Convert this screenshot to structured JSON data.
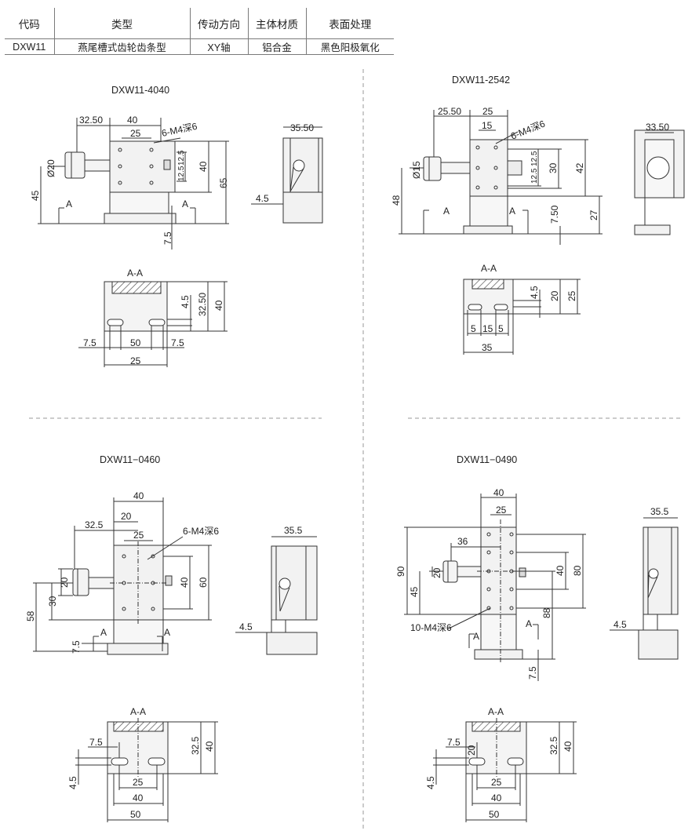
{
  "table": {
    "headers": [
      "代码",
      "类型",
      "传动方向",
      "主体材质",
      "表面处理"
    ],
    "row": [
      "DXW11",
      "燕尾槽式齿轮齿条型",
      "XY轴",
      "铝合金",
      "黑色阳极氧化"
    ]
  },
  "models": {
    "m4040": {
      "title": "DXW11-4040",
      "dims": {
        "d3250": "32.50",
        "d40": "40",
        "d25": "25",
        "d6m4": "6-M4深6",
        "d20": "Ø20",
        "d125a": "12.5",
        "d125b": "12.5",
        "d40v": "40",
        "d65": "65",
        "d45": "45",
        "dA1": "A",
        "dA2": "A",
        "d75": "7.5",
        "d3550": "35.50",
        "d45s": "4.5"
      },
      "section": {
        "label": "A-A",
        "d45": "4.5",
        "d3250": "32.50",
        "d40": "40",
        "d75a": "7.5",
        "d50": "50",
        "d75b": "7.5",
        "d25": "25"
      }
    },
    "m2542": {
      "title": "DXW11-2542",
      "dims": {
        "d2550": "25.50",
        "d25": "25",
        "d15": "15",
        "d6m4": "6-M4深6",
        "d15d": "Ø15",
        "d125a": "12.5",
        "d125b": "12.5",
        "d30": "30",
        "d42": "42",
        "d48": "48",
        "dA1": "A",
        "dA2": "A",
        "d750": "7.50",
        "d27": "27",
        "d3350": "33.50"
      },
      "section": {
        "label": "A-A",
        "d45": "4.5",
        "d20": "20",
        "d25": "25",
        "d5a": "5",
        "d15": "15",
        "d5b": "5",
        "d35": "35"
      }
    },
    "m0460": {
      "title": "DXW11−0460",
      "dims": {
        "d40": "40",
        "d325": "32.5",
        "d20": "20",
        "d25": "25",
        "d6m4": "6-M4深6",
        "d20v": "20",
        "d30": "30",
        "d40v": "40",
        "d60": "60",
        "d58": "58",
        "dA1": "A",
        "dA2": "A",
        "d75": "7.5",
        "d355": "35.5",
        "d45s": "4.5"
      },
      "section": {
        "label": "A-A",
        "d75": "7.5",
        "d325": "32.5",
        "d40v": "40",
        "d45": "4.5",
        "d25": "25",
        "d40": "40",
        "d50": "50"
      }
    },
    "m0490": {
      "title": "DXW11−0490",
      "dims": {
        "d40": "40",
        "d25": "25",
        "d36": "36",
        "d20": "20",
        "d90": "90",
        "d45": "45",
        "d40v": "40",
        "d80": "80",
        "d88": "88",
        "d10m4": "10-M4深6",
        "dA1": "A",
        "dA2": "A",
        "d75": "7.5",
        "d355": "35.5",
        "d45s": "4.5"
      },
      "section": {
        "label": "A-A",
        "d75": "7.5",
        "d20": "20",
        "d325": "32.5",
        "d40v": "40",
        "d45": "4.5",
        "d25": "25",
        "d40": "40",
        "d50": "50"
      }
    }
  },
  "colors": {
    "line": "#333333",
    "body": "#f2f2f2",
    "body_light": "#f7f7f7",
    "dim": "#222222"
  }
}
